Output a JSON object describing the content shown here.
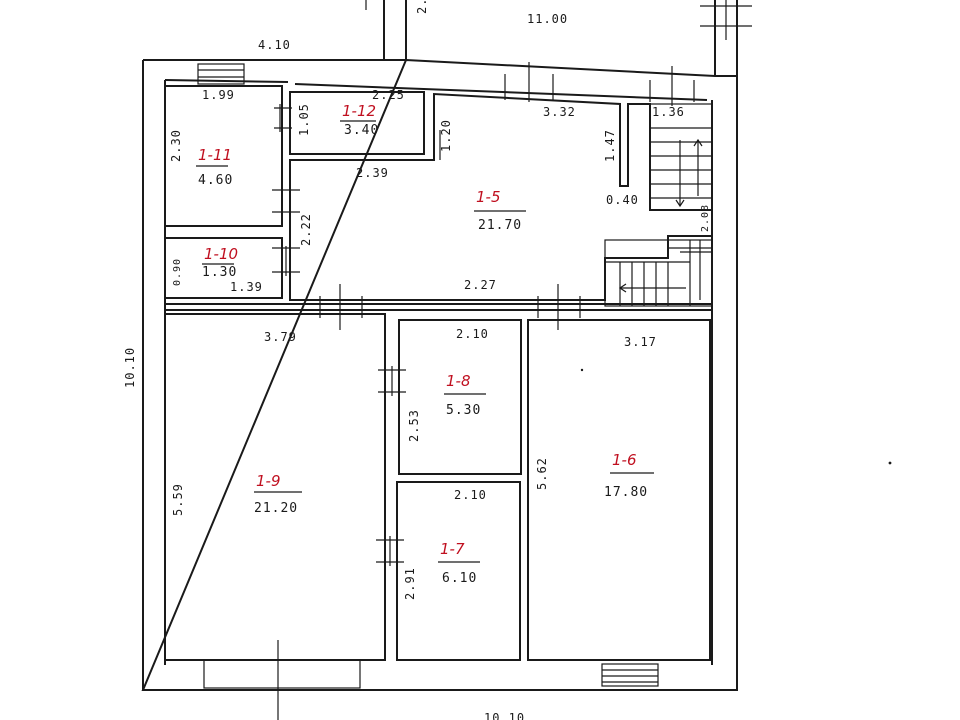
{
  "rooms": [
    {
      "id": "1-11",
      "area": "4.60"
    },
    {
      "id": "1-12",
      "area": "3.40"
    },
    {
      "id": "1-5",
      "area": "21.70"
    },
    {
      "id": "1-10",
      "area": "1.30"
    },
    {
      "id": "1-9",
      "area": "21.20"
    },
    {
      "id": "1-8",
      "area": "5.30"
    },
    {
      "id": "1-7",
      "area": "6.10"
    },
    {
      "id": "1-6",
      "area": "17.80"
    }
  ],
  "dimensions": {
    "top_outer": "4.10",
    "top_annex": "11.00",
    "top_annex_side": "2.",
    "left_outer": "10.10",
    "bottom_outer": "10.10",
    "r11_top": "1.99",
    "r11_left": "2.30",
    "r12_top": "2.25",
    "r12_left": "1.05",
    "r12_bottom": "2.39",
    "r5_top": "3.32",
    "r5_notch": "1.20",
    "r5_right_wall": "1.47",
    "r5_wall_end": "0.40",
    "r5_left": "2.22",
    "r5_bottom": "2.27",
    "stair_top": "1.36",
    "stair_side": "2.08",
    "r10_left": "0.90",
    "r10_bottom": "1.39",
    "r9_top": "3.79",
    "r9_left": "5.59",
    "r8_top": "2.10",
    "r8_left": "2.53",
    "r7_top": "2.10",
    "r7_left": "2.91",
    "r6_top": "3.17",
    "r6_left": "5.62"
  }
}
